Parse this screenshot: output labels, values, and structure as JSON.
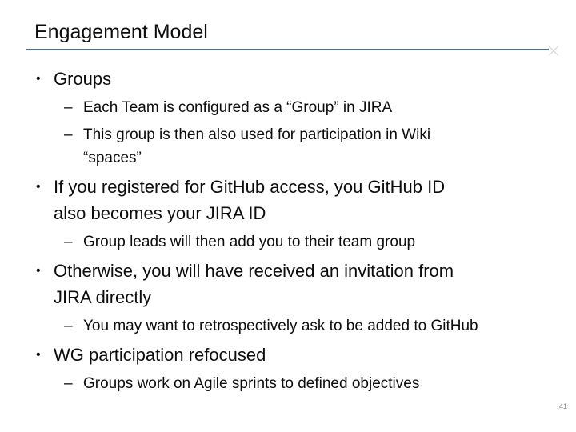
{
  "slide": {
    "title": "Engagement Model",
    "page_number": "41",
    "bullet_glyphs": {
      "level1": "•",
      "level2": "–"
    },
    "bullets": [
      {
        "level": 1,
        "text": "Groups"
      },
      {
        "level": 2,
        "text": "Each Team is configured as a “Group” in JIRA"
      },
      {
        "level": 2,
        "text": "This group is then also used for participation in Wiki\n“spaces”"
      },
      {
        "level": 1,
        "text": "If you registered for GitHub access, you GitHub ID\nalso becomes your JIRA ID"
      },
      {
        "level": 2,
        "text": "Group leads will then add you to their team group"
      },
      {
        "level": 1,
        "text": "Otherwise, you will have received an invitation from\nJIRA directly"
      },
      {
        "level": 2,
        "text": "You may want to retrospectively ask to be added to GitHub"
      },
      {
        "level": 1,
        "text": "WG participation refocused"
      },
      {
        "level": 2,
        "text": "Groups work on Agile sprints to defined objectives"
      }
    ],
    "colors": {
      "text": "#0d0d0d",
      "separator": "#51748a",
      "page_number": "#7f7f7f"
    }
  }
}
